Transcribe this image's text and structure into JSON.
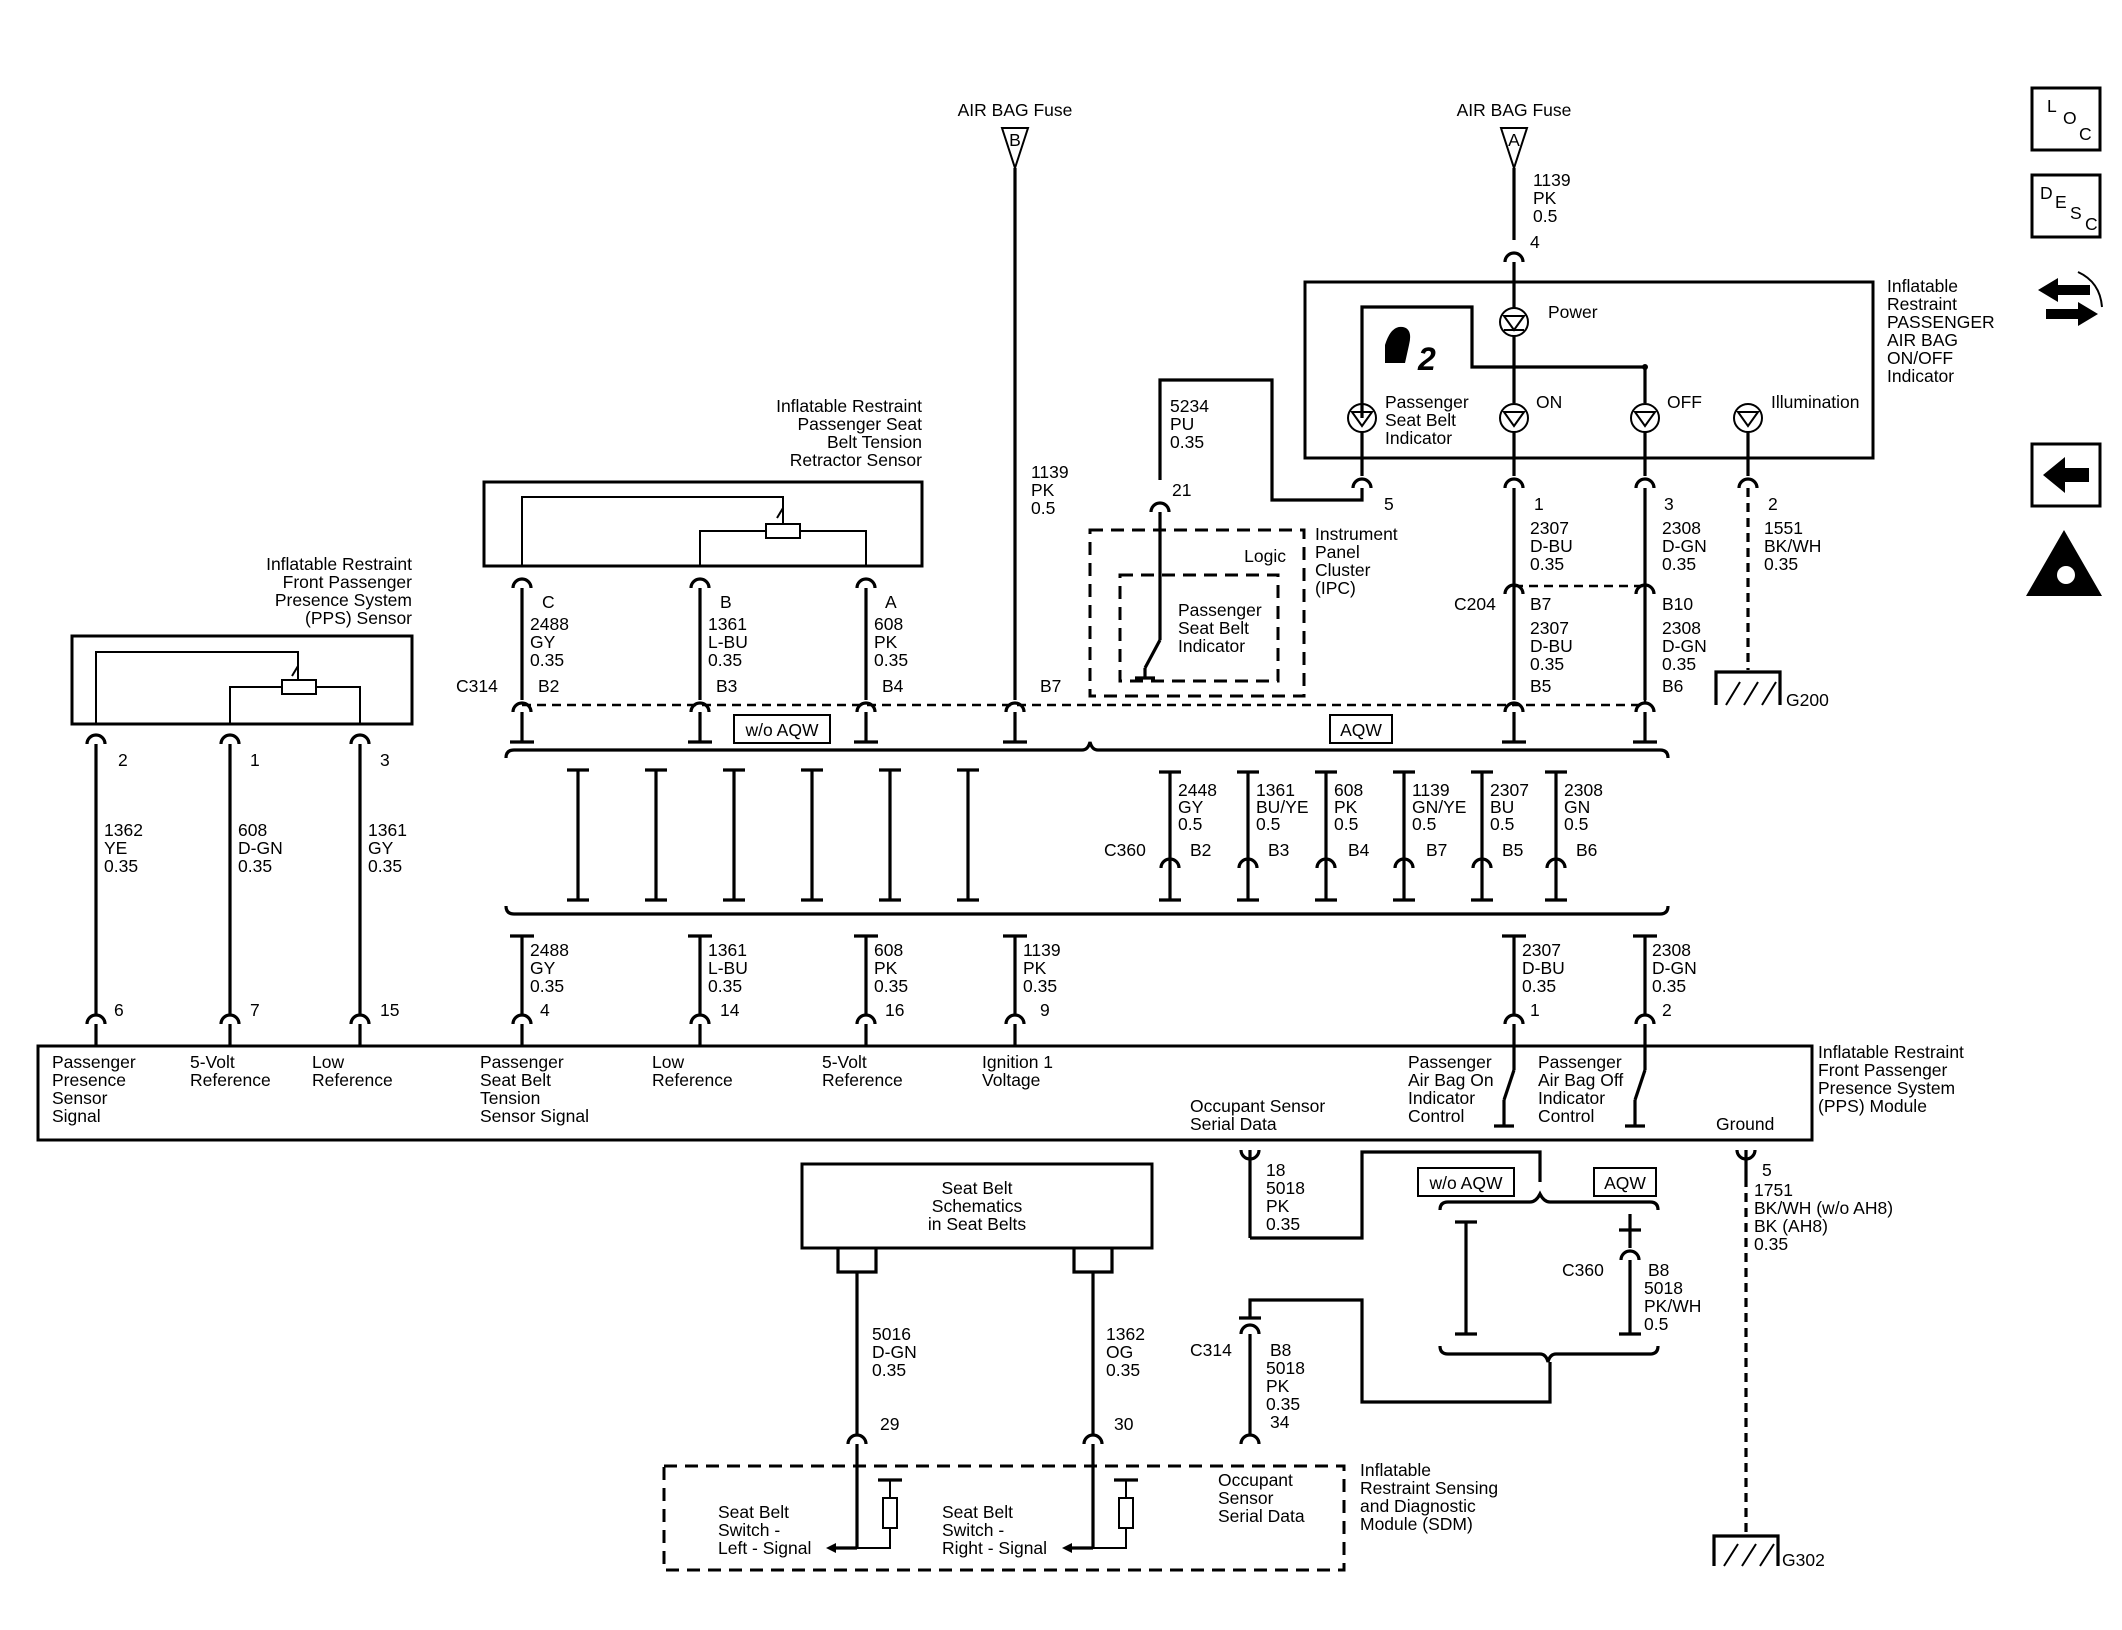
{
  "nav": {
    "loc": [
      "L",
      "O",
      "C"
    ],
    "desc": [
      "D",
      "E",
      "S",
      "C"
    ]
  },
  "icons": [
    "loc-button-icon",
    "desc-button-icon",
    "connector-end-view-icon",
    "back-arrow-icon",
    "esd-caution-icon"
  ],
  "fuses": [
    {
      "title": "AIR BAG Fuse",
      "letter": "B"
    },
    {
      "title": "AIR BAG Fuse",
      "letter": "A"
    }
  ],
  "pps_sensor": {
    "name": [
      "Inflatable Restraint",
      "Front Passenger",
      "Presence System",
      "(PPS) Sensor"
    ],
    "pins": [
      "2",
      "1",
      "3"
    ],
    "wires": [
      [
        "1362",
        "YE",
        "0.35"
      ],
      [
        "608",
        "D-GN",
        "0.35"
      ],
      [
        "1361",
        "GY",
        "0.35"
      ]
    ]
  },
  "tension_sensor": {
    "name": [
      "Inflatable Restraint",
      "Passenger Seat",
      "Belt Tension",
      "Retractor Sensor"
    ],
    "pins": [
      "C",
      "B",
      "A"
    ],
    "wires": [
      [
        "2488",
        "GY",
        "0.35"
      ],
      [
        "1361",
        "L-BU",
        "0.35"
      ],
      [
        "608",
        "PK",
        "0.35"
      ]
    ]
  },
  "c314": {
    "name": "C314",
    "pins": [
      "B2",
      "B3",
      "B4",
      "B7"
    ]
  },
  "feed_b": [
    "1139",
    "PK",
    "0.5"
  ],
  "ipc_feed": [
    "5234",
    "PU",
    "0.35"
  ],
  "ipc_pin": "21",
  "ipc": {
    "name": [
      "Instrument",
      "Panel",
      "Cluster",
      "(IPC)"
    ],
    "logic": "Logic",
    "indicator": [
      "Passenger",
      "Seat Belt",
      "Indicator"
    ]
  },
  "indicator_module": {
    "name": [
      "Inflatable",
      "Restraint",
      "PASSENGER",
      "AIR BAG",
      "ON/OFF",
      "Indicator"
    ],
    "feed": [
      "1139",
      "PK",
      "0.5"
    ],
    "feed_pin": "4",
    "power": "Power",
    "seatbelt_label": [
      "Passenger",
      "Seat Belt",
      "Indicator"
    ],
    "on": "ON",
    "off": "OFF",
    "illumination": "Illumination",
    "pins": [
      "5",
      "1",
      "3",
      "2"
    ]
  },
  "on_wire": [
    "2307",
    "D-BU",
    "0.35"
  ],
  "off_wire": [
    "2308",
    "D-GN",
    "0.35"
  ],
  "illum_wire": [
    "1551",
    "BK/WH",
    "0.35"
  ],
  "c204": {
    "name": "C204",
    "pins": [
      "B7",
      "B10",
      "B5",
      "B6"
    ]
  },
  "on_wire2": [
    "2307",
    "D-BU",
    "0.35"
  ],
  "off_wire2": [
    "2308",
    "D-GN",
    "0.35"
  ],
  "g200": "G200",
  "options": {
    "without": "w/o AQW",
    "with": "AQW"
  },
  "c360": {
    "name": "C360",
    "wires": [
      [
        "2448",
        "GY",
        "0.5"
      ],
      [
        "1361",
        "BU/YE",
        "0.5"
      ],
      [
        "608",
        "PK",
        "0.5"
      ],
      [
        "1139",
        "GN/YE",
        "0.5"
      ],
      [
        "2307",
        "BU",
        "0.5"
      ],
      [
        "2308",
        "GN",
        "0.5"
      ]
    ],
    "pins": [
      "B2",
      "B3",
      "B4",
      "B7",
      "B5",
      "B6"
    ]
  },
  "low_wires": [
    [
      "2488",
      "GY",
      "0.35"
    ],
    [
      "1361",
      "L-BU",
      "0.35"
    ],
    [
      "608",
      "PK",
      "0.35"
    ],
    [
      "1139",
      "PK",
      "0.35"
    ],
    [
      "2307",
      "D-BU",
      "0.35"
    ],
    [
      "2308",
      "D-GN",
      "0.35"
    ]
  ],
  "pps_module": {
    "name": [
      "Inflatable Restraint",
      "Front Passenger",
      "Presence System",
      "(PPS) Module"
    ],
    "pins": [
      "6",
      "7",
      "15",
      "4",
      "14",
      "16",
      "9",
      "1",
      "2"
    ],
    "labels": [
      [
        "Passenger",
        "Presence",
        "Sensor",
        "Signal"
      ],
      [
        "5-Volt",
        "Reference"
      ],
      [
        "Low",
        "Reference"
      ],
      [
        "Passenger",
        "Seat Belt",
        "Tension",
        "Sensor Signal"
      ],
      [
        "Low",
        "Reference"
      ],
      [
        "5-Volt",
        "Reference"
      ],
      [
        "Ignition 1",
        "Voltage"
      ],
      [
        "Occupant Sensor",
        "Serial Data"
      ],
      [
        "Passenger",
        "Air Bag On",
        "Indicator",
        "Control"
      ],
      [
        "Passenger",
        "Air Bag Off",
        "Indicator",
        "Control"
      ],
      [
        "Ground"
      ]
    ]
  },
  "serial_pin": "18",
  "serial_wire": [
    "5018",
    "PK",
    "0.35"
  ],
  "ground_pin": "5",
  "ground_wire": [
    "1751",
    "BK/WH (w/o AH8)",
    "BK (AH8)",
    "0.35"
  ],
  "c360_lower": {
    "name": "C360",
    "pin": "B8",
    "wire": [
      "5018",
      "PK/WH",
      "0.5"
    ]
  },
  "c314_lower": {
    "name": "C314",
    "pin": "B8",
    "wire": [
      "5018",
      "PK",
      "0.35"
    ],
    "sdm_pin": "34"
  },
  "g302": "G302",
  "seat_belt_box": [
    "Seat Belt",
    "Schematics",
    "in Seat Belts"
  ],
  "belt_wires": [
    [
      "5016",
      "D-GN",
      "0.35"
    ],
    [
      "1362",
      "OG",
      "0.35"
    ]
  ],
  "belt_pins": [
    "29",
    "30"
  ],
  "sdm": {
    "name": [
      "Inflatable",
      "Restraint Sensing",
      "and Diagnostic",
      "Module (SDM)"
    ],
    "left": [
      "Seat Belt",
      "Switch -",
      "Left - Signal"
    ],
    "right": [
      "Seat Belt",
      "Switch -",
      "Right - Signal"
    ],
    "serial": [
      "Occupant",
      "Sensor",
      "Serial Data"
    ]
  }
}
